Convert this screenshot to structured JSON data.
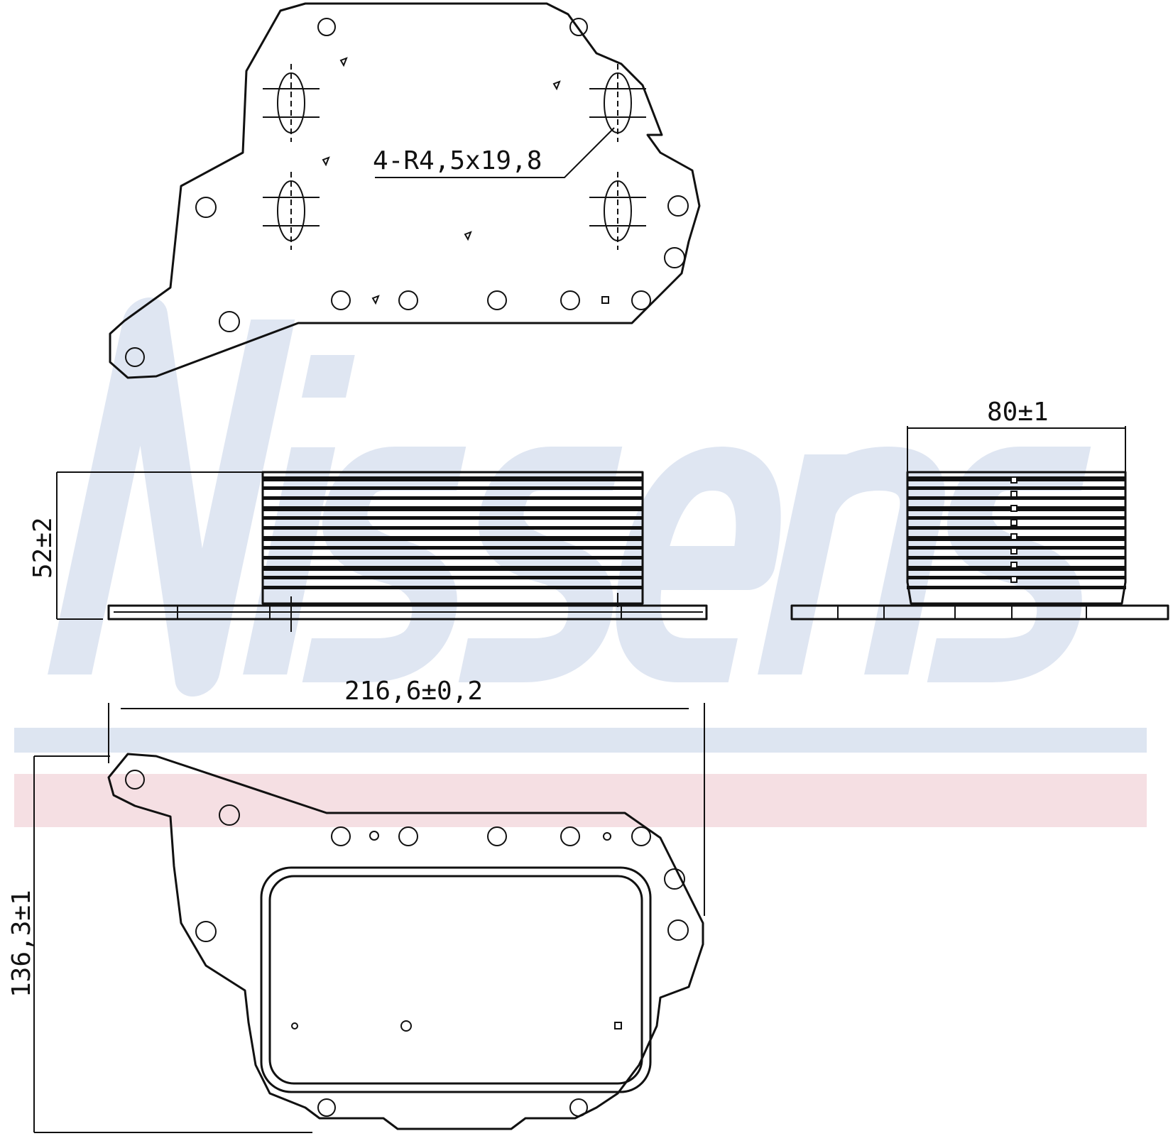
{
  "watermark": {
    "brand": "Nissens",
    "color_blue": "#dfe6f2",
    "color_band_blue": "#dde5f1",
    "color_band_pink": "#f5dfe3"
  },
  "drawing": {
    "slot_callout": "4-R4,5x19,8",
    "width_side": "80±1",
    "height": "52±2",
    "length": "216,6±0,2",
    "depth": "136,3±1"
  }
}
